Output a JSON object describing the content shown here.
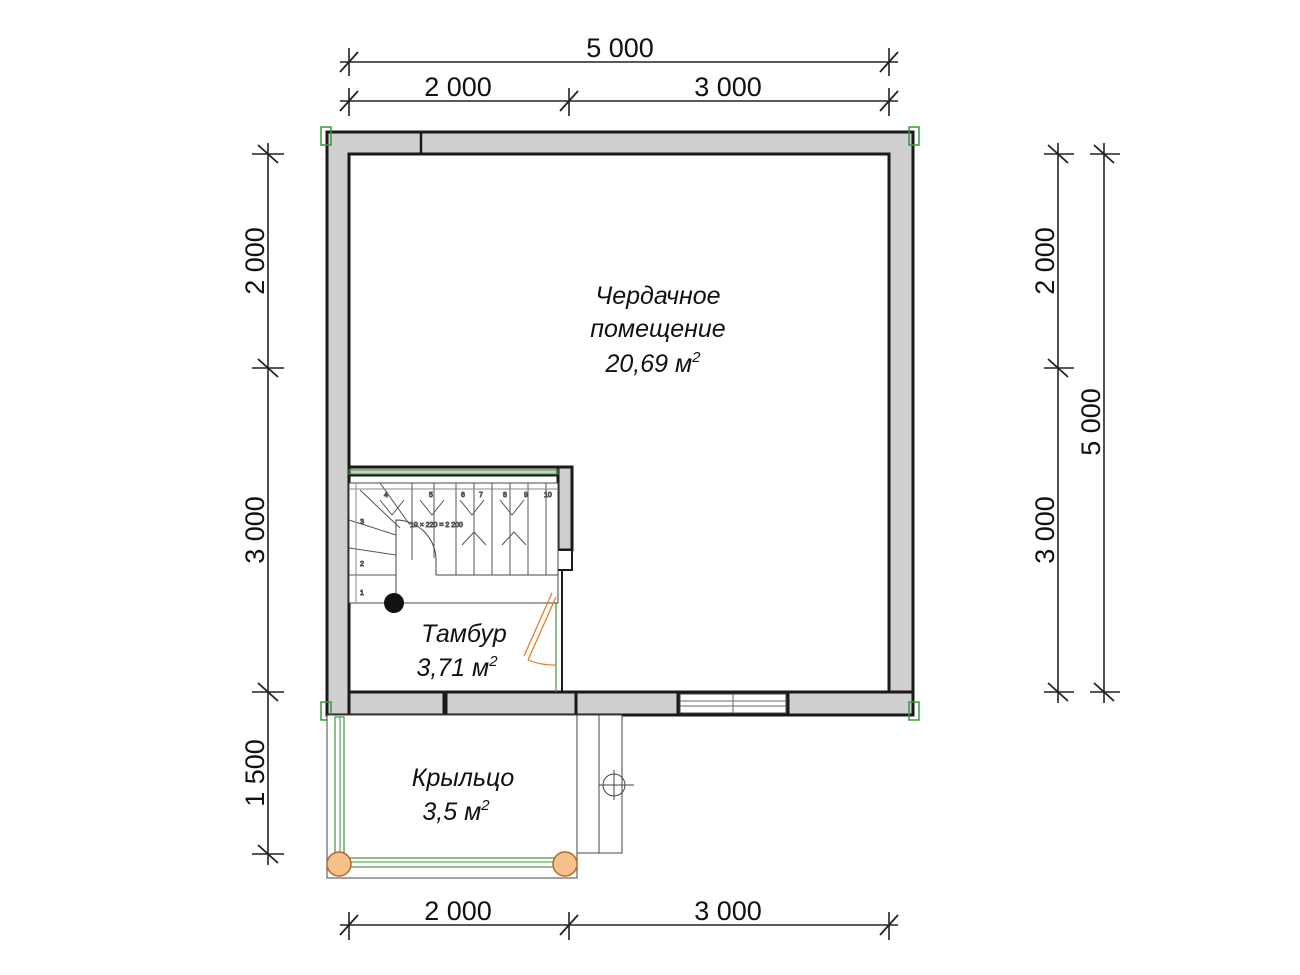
{
  "dimensions": {
    "top_total": "5 000",
    "top_left": "2 000",
    "top_right": "3 000",
    "bottom_left": "2 000",
    "bottom_right": "3 000",
    "left_upper": "2 000",
    "left_middle": "3 000",
    "left_lower": "1 500",
    "right_upper": "2 000",
    "right_lower": "3 000",
    "right_total": "5 000"
  },
  "rooms": {
    "attic_line1": "Чердачное",
    "attic_line2": "помещение",
    "attic_area": "20,69 м",
    "vestibule_name": "Тамбур",
    "vestibule_area": "3,71 м",
    "porch_name": "Крыльцо",
    "porch_area": "3,5 м",
    "area_sup": "2"
  },
  "stairs": {
    "step_numbers": [
      "1",
      "2",
      "3",
      "4",
      "5",
      "6",
      "7",
      "8",
      "9",
      "10"
    ],
    "note": "10 × 220 = 2 200"
  },
  "colors": {
    "wall_fill": "#cfcfcf",
    "outline": "#1a1a1a",
    "accent_green": "#3a9a3a",
    "door_orange": "#e07a1a",
    "post_fill": "#f5c08a"
  }
}
